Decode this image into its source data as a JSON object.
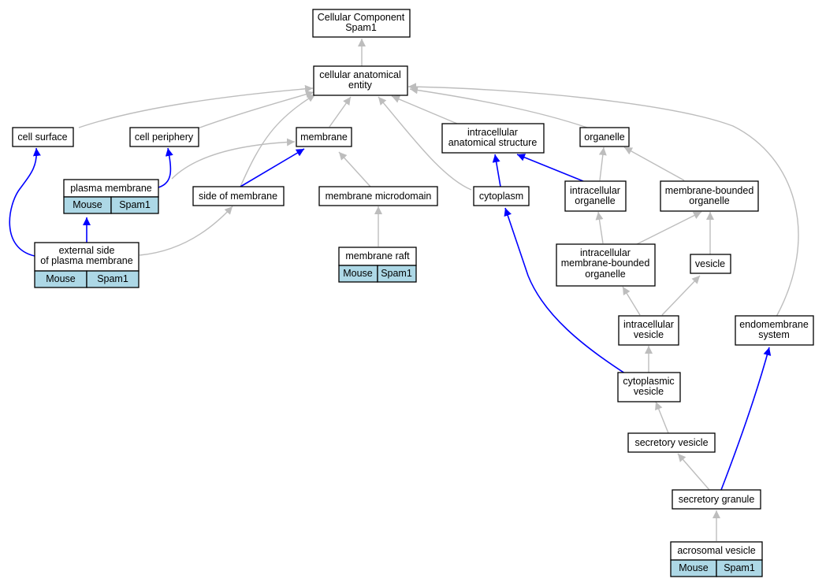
{
  "diagram": {
    "nodes": {
      "root": {
        "lines": [
          "Cellular Component",
          "Spam1"
        ]
      },
      "cae": {
        "lines": [
          "cellular anatomical",
          "entity"
        ]
      },
      "cell_surface": {
        "lines": [
          "cell surface"
        ]
      },
      "cell_periphery": {
        "lines": [
          "cell periphery"
        ]
      },
      "membrane": {
        "lines": [
          "membrane"
        ]
      },
      "ias": {
        "lines": [
          "intracellular",
          "anatomical structure"
        ]
      },
      "organelle": {
        "lines": [
          "organelle"
        ]
      },
      "plasma_membrane": {
        "lines": [
          "plasma membrane"
        ],
        "annotation": [
          "Mouse",
          "Spam1"
        ]
      },
      "side_of_membrane": {
        "lines": [
          "side of membrane"
        ]
      },
      "membrane_microdomain": {
        "lines": [
          "membrane microdomain"
        ]
      },
      "cytoplasm": {
        "lines": [
          "cytoplasm"
        ]
      },
      "intracellular_organelle": {
        "lines": [
          "intracellular",
          "organelle"
        ]
      },
      "mbo": {
        "lines": [
          "membrane-bounded",
          "organelle"
        ]
      },
      "external_side": {
        "lines": [
          "external side",
          "of plasma membrane"
        ],
        "annotation": [
          "Mouse",
          "Spam1"
        ]
      },
      "membrane_raft": {
        "lines": [
          "membrane raft"
        ],
        "annotation": [
          "Mouse",
          "Spam1"
        ]
      },
      "imbo": {
        "lines": [
          "intracellular",
          "membrane-bounded",
          "organelle"
        ]
      },
      "vesicle": {
        "lines": [
          "vesicle"
        ]
      },
      "intracellular_vesicle": {
        "lines": [
          "intracellular",
          "vesicle"
        ]
      },
      "endomembrane": {
        "lines": [
          "endomembrane",
          "system"
        ]
      },
      "cytoplasmic_vesicle": {
        "lines": [
          "cytoplasmic",
          "vesicle"
        ]
      },
      "secretory_vesicle": {
        "lines": [
          "secretory vesicle"
        ]
      },
      "secretory_granule": {
        "lines": [
          "secretory granule"
        ]
      },
      "acrosomal_vesicle": {
        "lines": [
          "acrosomal vesicle"
        ],
        "annotation": [
          "Mouse",
          "Spam1"
        ]
      }
    },
    "edge_colors": {
      "is_a": "#bdbdbd",
      "part_of": "#0000ff",
      "annotation_fill": "#add8e6"
    }
  }
}
